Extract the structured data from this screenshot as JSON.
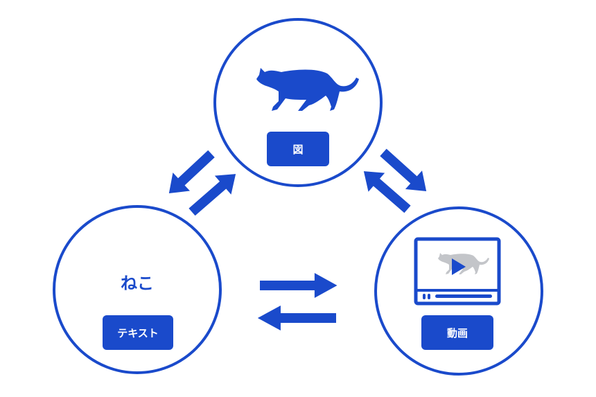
{
  "colors": {
    "accent": "#1a4acb",
    "cat_gray": "#c3c5c9",
    "background": "#ffffff"
  },
  "nodes": {
    "image": {
      "label": "図",
      "icon": "cat-silhouette-icon"
    },
    "text": {
      "word": "ねこ",
      "label": "テキスト"
    },
    "video": {
      "label": "動画",
      "icon": "video-player-icon"
    }
  }
}
